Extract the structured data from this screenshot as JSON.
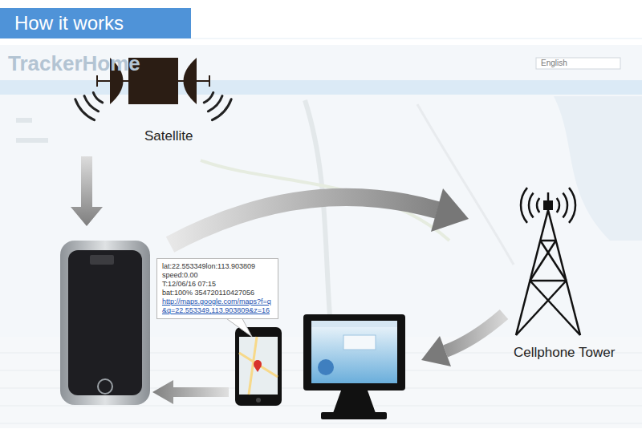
{
  "diagram": {
    "title": "How it works",
    "nodes": [
      {
        "text": [
          "lat:22.553349lon:113.903809",
          "speed:0.00",
          "T:12/06/16 07:15",
          "bat:100% 354720110427056",
          "http://maps.google.com/maps?f=q&q=22.553349,113.903809&z=16"
        ]
      }
    ],
    "labels": [
      "TrackerHome",
      "English",
      "Satellite",
      "Cellphone Tower"
    ]
  }
}
